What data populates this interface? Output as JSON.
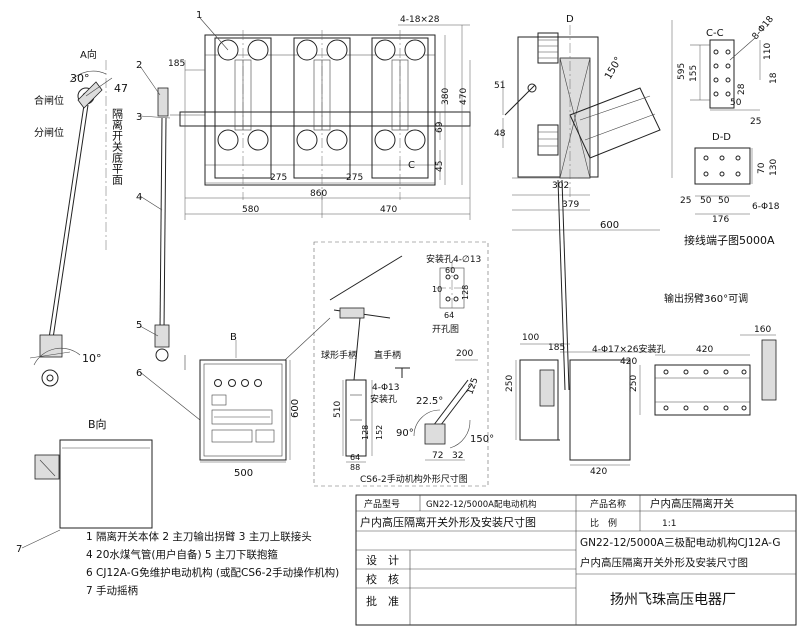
{
  "views": {
    "a_direction": "A向",
    "b_direction": "B向",
    "b_arrow": "B",
    "c_marker": "C",
    "d_direction": "D",
    "section_cc": "C-C",
    "section_dd": "D-D"
  },
  "labels": {
    "closed_position": "合闸位",
    "open_position": "分闸位",
    "bottom_plane_number": "47",
    "bottom_plane_text": "隔离开关底平面",
    "ball_handle": "球形手柄",
    "straight_handle": "直手柄",
    "mount_hole_top": "安装孔4-∅13",
    "hole_diagram": "开孔图",
    "mount_hole_mid": "4-Φ13",
    "mount_hole_text": "安装孔",
    "cs6_caption": "CS6-2手动机构外形尺寸图",
    "terminal_caption": "接线端子图5000A",
    "output_arm_note": "输出拐臂360°可调",
    "base_hole_note": "4-Φ17×26安装孔",
    "dd_hole_note": "6-Φ18",
    "cc_hole_note": "8-Φ18"
  },
  "parts": [
    "1",
    "2",
    "3",
    "4",
    "5",
    "6",
    "7"
  ],
  "angles": {
    "top_angle": "30°",
    "bottom_angle": "10°",
    "cs6_angle_a": "22.5°",
    "cs6_angle_b": "90°",
    "cs6_angle_c": "150°",
    "side_angle": "150°"
  },
  "dimensions": {
    "front_slot": "4-18×28",
    "d185": "185",
    "d380": "380",
    "d470v": "470",
    "d69": "69",
    "d45": "45",
    "d275a": "275",
    "d275b": "275",
    "d860": "860",
    "d580": "580",
    "d470": "470",
    "d600v": "600",
    "d500": "500",
    "side595": "595",
    "side51": "51",
    "side48": "48",
    "side302": "302",
    "side379": "379",
    "side600": "600",
    "cc155": "155",
    "cc110": "110",
    "cc18": "18",
    "cc28": "28",
    "cc50": "50",
    "cc25": "25",
    "dd70": "70",
    "dd130": "130",
    "dd25": "25",
    "dd50a": "50",
    "dd50b": "50",
    "dd176": "176",
    "cs60": "60",
    "cs10": "10",
    "cs128": "128",
    "cs64t": "64",
    "cs200": "200",
    "cs125": "125",
    "cs510": "510",
    "cs128b": "128",
    "cs152": "152",
    "cs64": "64",
    "cs88": "88",
    "cs72": "72",
    "cs32": "32",
    "b100": "100",
    "b185": "185",
    "b420": "420",
    "b250": "250",
    "b420b": "420",
    "r160": "160",
    "r420": "420",
    "r250": "250"
  },
  "legend": [
    "1 隔离开关本体 2 主刀输出拐臂 3 主刀上联接头",
    "4 20水煤气管(用户自备) 5  主刀下联抱箍",
    "6 CJ12A-G免维护电动机构 (或配CS6-2手动操作机构)",
    "7 手动摇柄"
  ],
  "title_block": {
    "model_label": "产品型号",
    "model_value": "GN22-12/5000A配电动机构",
    "name_label": "产品名称",
    "name_value": "户内高压隔离开关",
    "drawing_title": "户内高压隔离开关外形及安装尺寸图",
    "scale_label": "比　例",
    "scale_value": "1:1",
    "desc_line1": "GN22-12/5000A三极配电动机构CJ12A-G",
    "desc_line2": "户内高压隔离开关外形及安装尺寸图",
    "design_label": "设　计",
    "check_label": "校　核",
    "approve_label": "批　准",
    "company": "扬州飞珠高压电器厂"
  }
}
